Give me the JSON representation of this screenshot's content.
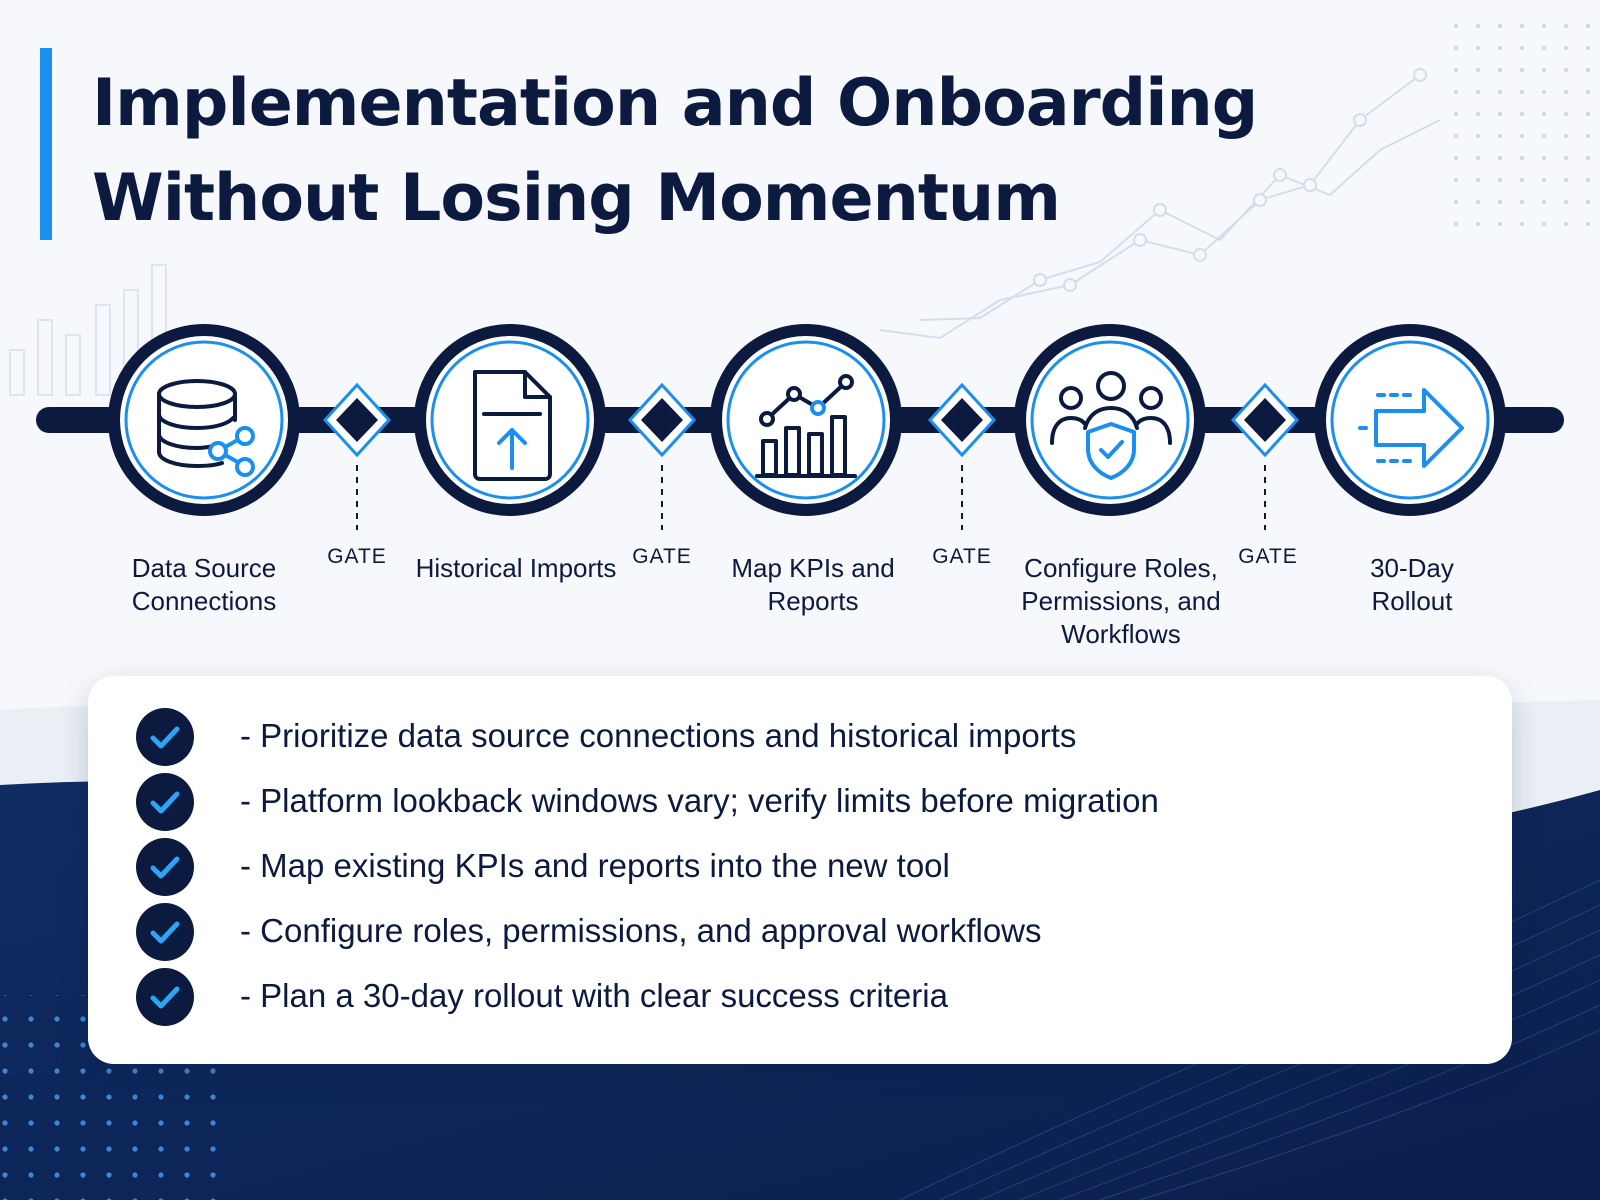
{
  "title": {
    "line1": "Implementation and Onboarding",
    "line2": "Without Losing Momentum"
  },
  "colors": {
    "navy": "#0b1a3e",
    "accent": "#1a8ff0",
    "panel": "#ffffff",
    "background": "#f6f8fb"
  },
  "steps": [
    {
      "label": "Data Source Connections",
      "icon": "database-share-icon"
    },
    {
      "label": "Historical Imports",
      "icon": "document-upload-icon"
    },
    {
      "label": "Map KPIs and Reports",
      "icon": "bar-chart-trend-icon"
    },
    {
      "label": "Configure Roles, Permissions, and Workflows",
      "icon": "team-shield-icon"
    },
    {
      "label": "30-Day Rollout",
      "icon": "arrow-right-icon"
    }
  ],
  "gates": [
    {
      "label": "GATE"
    },
    {
      "label": "GATE"
    },
    {
      "label": "GATE"
    },
    {
      "label": "GATE"
    }
  ],
  "checklist": [
    {
      "text": "-  Prioritize data source connections and historical imports"
    },
    {
      "text": "-  Platform lookback windows vary; verify limits before migration"
    },
    {
      "text": "-  Map existing KPIs and reports into the new tool"
    },
    {
      "text": "-  Configure roles, permissions, and approval workflows"
    },
    {
      "text": "-  Plan a 30-day rollout with clear success criteria"
    }
  ]
}
